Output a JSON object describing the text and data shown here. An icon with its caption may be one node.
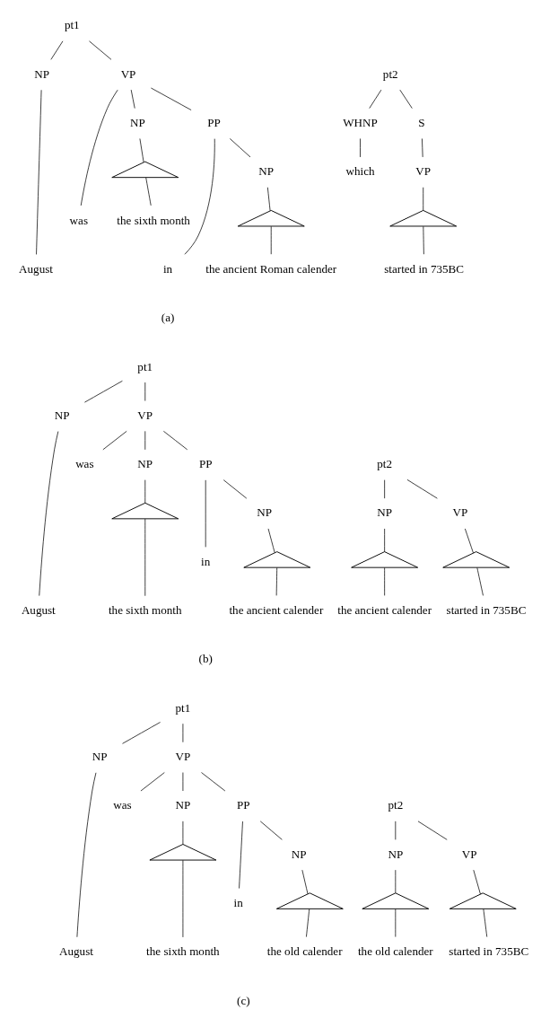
{
  "diagram": {
    "nodes": [
      {
        "text": [
          "pt1"
        ]
      },
      {
        "text": [
          "NP"
        ]
      },
      {
        "text": [
          "VP"
        ]
      },
      {
        "text": [
          "August"
        ]
      },
      {
        "text": [
          "was"
        ]
      },
      {
        "text": [
          "NP"
        ]
      },
      {
        "text": [
          "PP"
        ]
      },
      {
        "text": [],
        "shape": "triangle"
      },
      {
        "text": [
          "the sixth month"
        ]
      },
      {
        "text": [
          "in"
        ]
      },
      {
        "text": [
          "NP"
        ]
      },
      {
        "text": [],
        "shape": "triangle"
      },
      {
        "text": [
          "the ancient Roman calender"
        ]
      },
      {
        "text": [
          "pt2"
        ]
      },
      {
        "text": [
          "WHNP"
        ]
      },
      {
        "text": [
          "S"
        ]
      },
      {
        "text": [
          "which"
        ]
      },
      {
        "text": [
          "VP"
        ]
      },
      {
        "text": [],
        "shape": "triangle"
      },
      {
        "text": [
          "started in 735BC"
        ]
      },
      {
        "text": [
          "pt1"
        ]
      },
      {
        "text": [
          "NP"
        ]
      },
      {
        "text": [
          "VP"
        ]
      },
      {
        "text": [
          "August"
        ]
      },
      {
        "text": [
          "was"
        ]
      },
      {
        "text": [
          "NP"
        ]
      },
      {
        "text": [
          "PP"
        ]
      },
      {
        "text": [],
        "shape": "triangle"
      },
      {
        "text": [
          "the sixth month"
        ]
      },
      {
        "text": [
          "in"
        ]
      },
      {
        "text": [
          "NP"
        ]
      },
      {
        "text": [],
        "shape": "triangle"
      },
      {
        "text": [
          "the ancient calender"
        ]
      },
      {
        "text": [
          "pt2"
        ]
      },
      {
        "text": [
          "NP"
        ]
      },
      {
        "text": [
          "VP"
        ]
      },
      {
        "text": [],
        "shape": "triangle"
      },
      {
        "text": [
          "the ancient calender"
        ]
      },
      {
        "text": [],
        "shape": "triangle"
      },
      {
        "text": [
          "started in 735BC"
        ]
      },
      {
        "text": [
          "pt1"
        ]
      },
      {
        "text": [
          "NP"
        ]
      },
      {
        "text": [
          "VP"
        ]
      },
      {
        "text": [
          "August"
        ]
      },
      {
        "text": [
          "was"
        ]
      },
      {
        "text": [
          "NP"
        ]
      },
      {
        "text": [
          "PP"
        ]
      },
      {
        "text": [],
        "shape": "triangle"
      },
      {
        "text": [
          "the sixth month"
        ]
      },
      {
        "text": [
          "in"
        ]
      },
      {
        "text": [
          "NP"
        ]
      },
      {
        "text": [],
        "shape": "triangle"
      },
      {
        "text": [
          "the old calender"
        ]
      },
      {
        "text": [
          "pt2"
        ]
      },
      {
        "text": [
          "NP"
        ]
      },
      {
        "text": [
          "VP"
        ]
      },
      {
        "text": [],
        "shape": "triangle"
      },
      {
        "text": [
          "the old calender"
        ]
      },
      {
        "text": [],
        "shape": "triangle"
      },
      {
        "text": [
          "started in 735BC"
        ]
      }
    ],
    "edges": [
      {
        "from": 0,
        "to": 1,
        "arrow": "none"
      },
      {
        "from": 0,
        "to": 2,
        "arrow": "none"
      },
      {
        "from": 1,
        "to": 3,
        "arrow": "none"
      },
      {
        "from": 2,
        "to": 4,
        "arrow": "none"
      },
      {
        "from": 2,
        "to": 5,
        "arrow": "none"
      },
      {
        "from": 2,
        "to": 6,
        "arrow": "none"
      },
      {
        "from": 5,
        "to": 7,
        "arrow": "none"
      },
      {
        "from": 7,
        "to": 8,
        "arrow": "none"
      },
      {
        "from": 6,
        "to": 9,
        "arrow": "none"
      },
      {
        "from": 6,
        "to": 10,
        "arrow": "none"
      },
      {
        "from": 10,
        "to": 11,
        "arrow": "none"
      },
      {
        "from": 11,
        "to": 12,
        "arrow": "none"
      },
      {
        "from": 13,
        "to": 14,
        "arrow": "none"
      },
      {
        "from": 13,
        "to": 15,
        "arrow": "none"
      },
      {
        "from": 14,
        "to": 16,
        "arrow": "none"
      },
      {
        "from": 15,
        "to": 17,
        "arrow": "none"
      },
      {
        "from": 17,
        "to": 18,
        "arrow": "none"
      },
      {
        "from": 18,
        "to": 19,
        "arrow": "none"
      },
      {
        "from": 20,
        "to": 21,
        "arrow": "none"
      },
      {
        "from": 20,
        "to": 22,
        "arrow": "none"
      },
      {
        "from": 21,
        "to": 23,
        "arrow": "none"
      },
      {
        "from": 22,
        "to": 24,
        "arrow": "none"
      },
      {
        "from": 22,
        "to": 25,
        "arrow": "none"
      },
      {
        "from": 22,
        "to": 26,
        "arrow": "none"
      },
      {
        "from": 25,
        "to": 27,
        "arrow": "none"
      },
      {
        "from": 27,
        "to": 28,
        "arrow": "none"
      },
      {
        "from": 26,
        "to": 29,
        "arrow": "none"
      },
      {
        "from": 26,
        "to": 30,
        "arrow": "none"
      },
      {
        "from": 30,
        "to": 31,
        "arrow": "none"
      },
      {
        "from": 31,
        "to": 32,
        "arrow": "none"
      },
      {
        "from": 33,
        "to": 34,
        "arrow": "none"
      },
      {
        "from": 33,
        "to": 35,
        "arrow": "none"
      },
      {
        "from": 34,
        "to": 36,
        "arrow": "none"
      },
      {
        "from": 36,
        "to": 37,
        "arrow": "none"
      },
      {
        "from": 35,
        "to": 38,
        "arrow": "none"
      },
      {
        "from": 38,
        "to": 39,
        "arrow": "none"
      },
      {
        "from": 40,
        "to": 41,
        "arrow": "none"
      },
      {
        "from": 40,
        "to": 42,
        "arrow": "none"
      },
      {
        "from": 41,
        "to": 43,
        "arrow": "none"
      },
      {
        "from": 42,
        "to": 44,
        "arrow": "none"
      },
      {
        "from": 42,
        "to": 45,
        "arrow": "none"
      },
      {
        "from": 42,
        "to": 46,
        "arrow": "none"
      },
      {
        "from": 45,
        "to": 47,
        "arrow": "none"
      },
      {
        "from": 47,
        "to": 48,
        "arrow": "none"
      },
      {
        "from": 46,
        "to": 49,
        "arrow": "none"
      },
      {
        "from": 46,
        "to": 50,
        "arrow": "none"
      },
      {
        "from": 50,
        "to": 51,
        "arrow": "none"
      },
      {
        "from": 51,
        "to": 52,
        "arrow": "none"
      },
      {
        "from": 53,
        "to": 54,
        "arrow": "none"
      },
      {
        "from": 53,
        "to": 55,
        "arrow": "none"
      },
      {
        "from": 54,
        "to": 56,
        "arrow": "none"
      },
      {
        "from": 56,
        "to": 57,
        "arrow": "none"
      },
      {
        "from": 55,
        "to": 58,
        "arrow": "none"
      },
      {
        "from": 58,
        "to": 59,
        "arrow": "none"
      }
    ],
    "labels": [
      "(a)",
      "(b)",
      "(c)"
    ]
  }
}
